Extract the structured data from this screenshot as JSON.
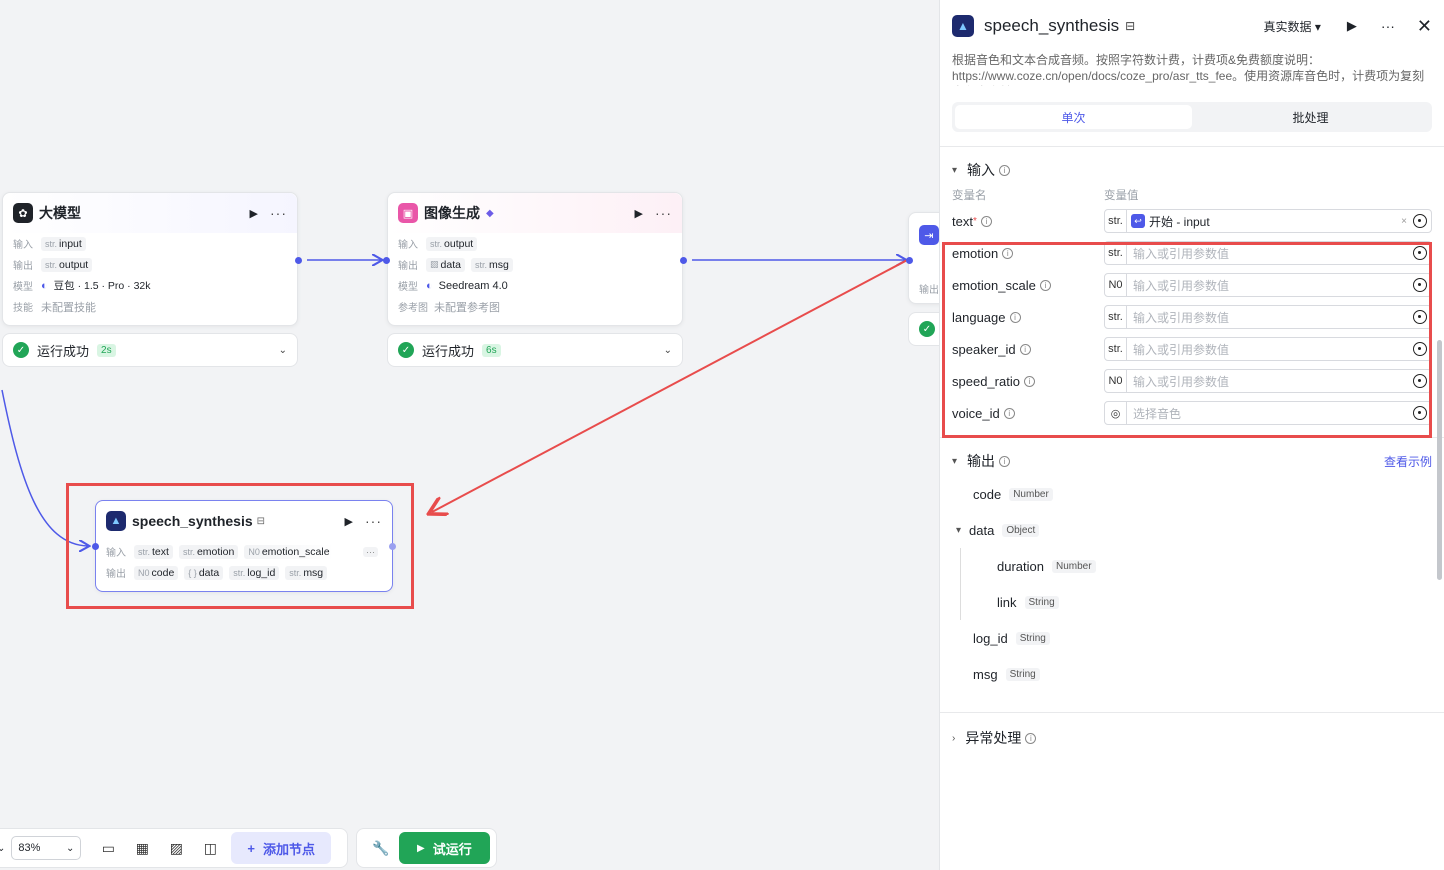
{
  "canvas": {
    "node_llm": {
      "title": "大模型",
      "input_label": "输入",
      "input_type": "str.",
      "input_name": "input",
      "output_label": "输出",
      "output_type": "str.",
      "output_name": "output",
      "model_label": "模型",
      "model_value": "豆包 · 1.5 · Pro · 32k",
      "skill_label": "技能",
      "skill_value": "未配置技能",
      "status": "运行成功",
      "duration": "2s"
    },
    "node_image": {
      "title": "图像生成",
      "input_label": "输入",
      "input_type": "str.",
      "input_name": "output",
      "output_label": "输出",
      "output_name_1": "data",
      "output_type_2": "str.",
      "output_name_2": "msg",
      "model_label": "模型",
      "model_value": "Seedream 4.0",
      "ref_label": "参考图",
      "ref_value": "未配置参考图",
      "status": "运行成功",
      "duration": "6s"
    },
    "node_third": {
      "output_label": "输出"
    },
    "node_speech": {
      "title": "speech_synthesis",
      "input_label": "输入",
      "inputs": [
        {
          "type": "str.",
          "name": "text"
        },
        {
          "type": "str.",
          "name": "emotion"
        },
        {
          "type": "N0",
          "name": "emotion_scale"
        }
      ],
      "more": "···",
      "output_label": "输出",
      "outputs": [
        {
          "type": "N0",
          "name": "code"
        },
        {
          "type": "{ }",
          "name": "data"
        },
        {
          "type": "str.",
          "name": "log_id"
        },
        {
          "type": "str.",
          "name": "msg"
        }
      ]
    },
    "toolbar": {
      "zoom": "83%",
      "add_node": "添加节点",
      "run": "试运行"
    }
  },
  "panel": {
    "title": "speech_synthesis",
    "real_data": "真实数据",
    "description": "根据音色和文本合成音频。按照字符数计费，计费项&免费额度说明：https://www.coze.cn/open/docs/coze_pro/asr_tts_fee。使用资源库音色时，计费项为复刻音色文字转…",
    "tabs": [
      "单次",
      "批处理"
    ],
    "input_section": "输入",
    "col_name": "变量名",
    "col_value": "变量值",
    "text_var": {
      "name": "text",
      "type": "str.",
      "ref": "开始 - input"
    },
    "params": [
      {
        "name": "emotion",
        "type": "str.",
        "placeholder": "输入或引用参数值"
      },
      {
        "name": "emotion_scale",
        "type": "N0",
        "placeholder": "输入或引用参数值"
      },
      {
        "name": "language",
        "type": "str.",
        "placeholder": "输入或引用参数值"
      },
      {
        "name": "speaker_id",
        "type": "str.",
        "placeholder": "输入或引用参数值"
      },
      {
        "name": "speed_ratio",
        "type": "N0",
        "placeholder": "输入或引用参数值"
      },
      {
        "name": "voice_id",
        "type": "◎",
        "placeholder": "选择音色"
      }
    ],
    "output_section": "输出",
    "view_example": "查看示例",
    "outputs": [
      {
        "name": "code",
        "type": "Number"
      },
      {
        "name": "data",
        "type": "Object"
      },
      {
        "name": "duration",
        "type": "Number"
      },
      {
        "name": "link",
        "type": "String"
      },
      {
        "name": "log_id",
        "type": "String"
      },
      {
        "name": "msg",
        "type": "String"
      }
    ],
    "exception_section": "异常处理"
  },
  "colors": {
    "accent": "#4e59e8",
    "success": "#21a557",
    "highlight": "#e84c4c"
  }
}
